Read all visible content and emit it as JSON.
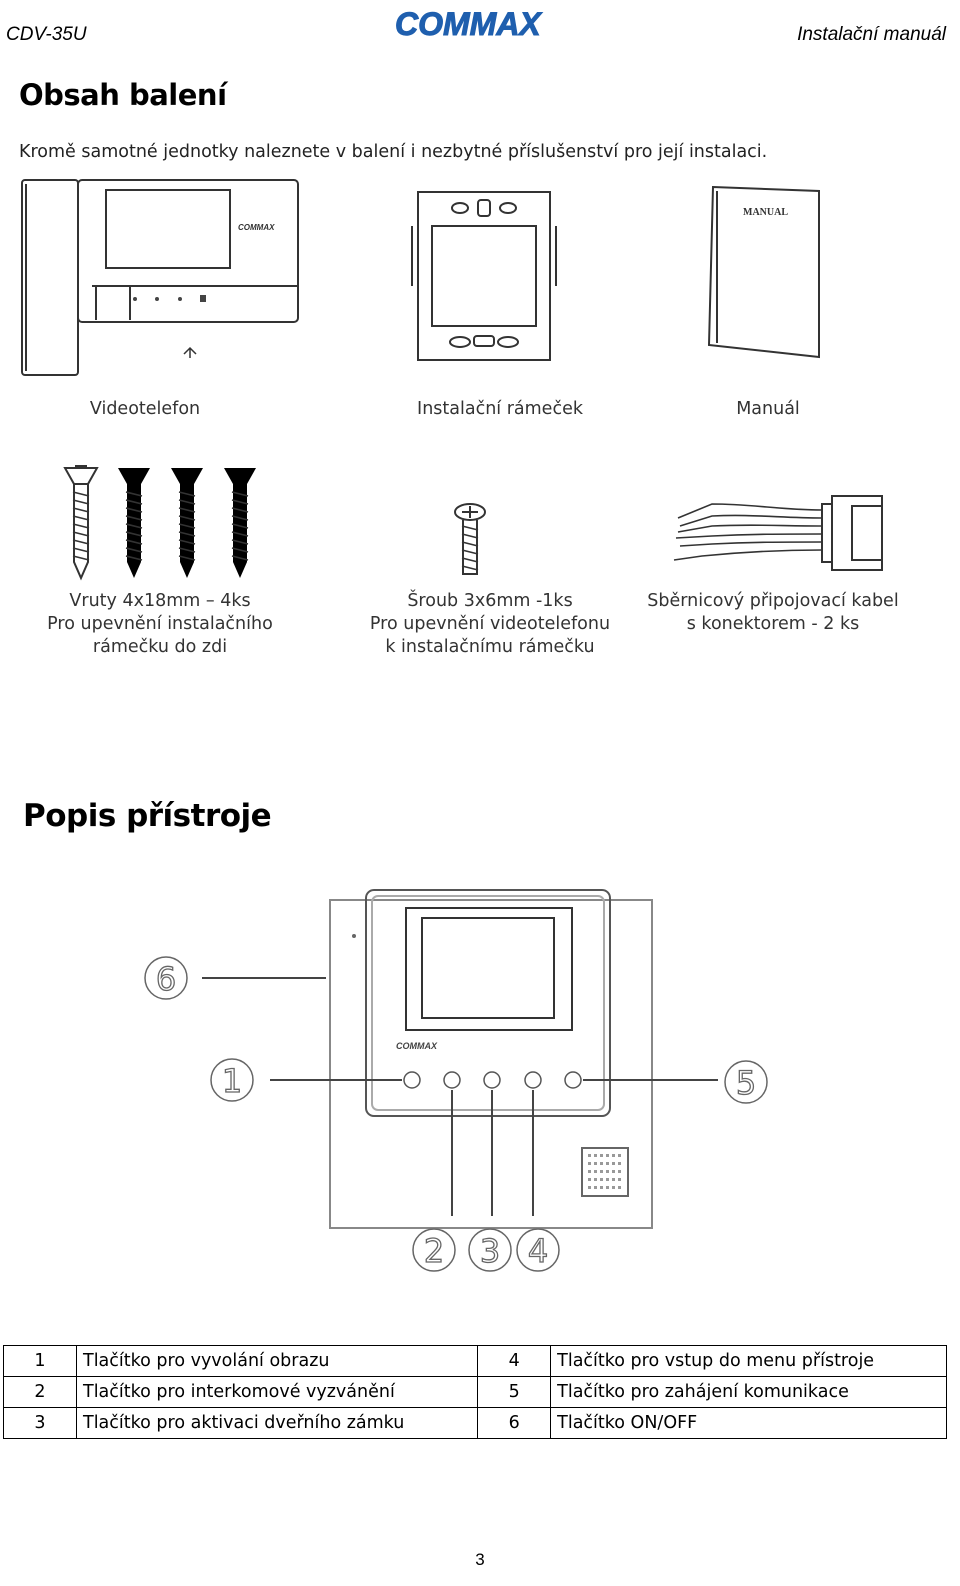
{
  "header": {
    "model": "CDV-35U",
    "brand": "COMMAX",
    "doc_title": "Instalační manuál"
  },
  "section1": {
    "title": "Obsah balení",
    "intro": "Kromě samotné jednotky naleznete v balení i nezbytné příslušenství pro její instalaci.",
    "items": [
      {
        "label": "Videotelefon",
        "icon": "videophone-illustration",
        "unit_brand": "COMMAX"
      },
      {
        "label": "Instalační rámeček",
        "icon": "mounting-bracket-illustration"
      },
      {
        "label": "Manuál",
        "icon": "manual-booklet-illustration",
        "booklet_text": "MANUAL"
      }
    ],
    "accessories": [
      {
        "lines": [
          "Vruty  4x18mm – 4ks",
          "Pro upevnění instalačního",
          "rámečku do zdi"
        ],
        "icon": "wood-screws-illustration"
      },
      {
        "lines": [
          "Šroub 3x6mm -1ks",
          "Pro upevnění videotelefonu",
          "k instalačnímu rámečku"
        ],
        "icon": "machine-screw-illustration"
      },
      {
        "lines": [
          "Sběrnicový připojovací kabel",
          "s konektorem - 2 ks"
        ],
        "icon": "connector-cable-illustration"
      }
    ]
  },
  "section2": {
    "title": "Popis přístroje",
    "unit_brand": "COMMAX",
    "callouts": [
      "1",
      "2",
      "3",
      "4",
      "5",
      "6"
    ],
    "legend": [
      {
        "num": "1",
        "text": "Tlačítko pro vyvolání obrazu",
        "num2": "4",
        "text2": "Tlačítko pro vstup do menu přístroje"
      },
      {
        "num": "2",
        "text": "Tlačítko pro interkomové vyzvánění",
        "num2": "5",
        "text2": "Tlačítko pro zahájení komunikace"
      },
      {
        "num": "3",
        "text": "Tlačítko pro aktivaci dveřního zámku",
        "num2": "6",
        "text2": "Tlačítko ON/OFF"
      }
    ]
  },
  "footer": {
    "page": "3"
  },
  "colors": {
    "brand": "#1f5fae",
    "line": "#444444"
  }
}
